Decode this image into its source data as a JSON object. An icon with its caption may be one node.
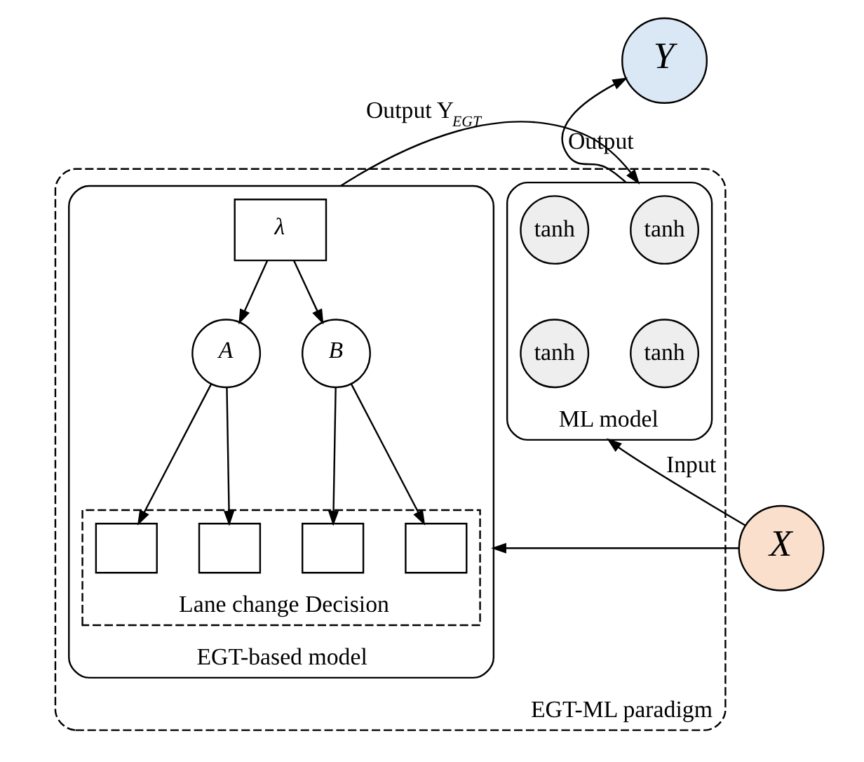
{
  "diagram": {
    "nodes": [
      {
        "text": [
          "EGT-ML paradigm"
        ]
      },
      {
        "text": [
          "Y"
        ]
      },
      {
        "text": [
          "ML model"
        ],
        "in": 0
      },
      {
        "text": [
          "tanh"
        ],
        "in": 2
      },
      {
        "text": [
          "tanh"
        ],
        "in": 2
      },
      {
        "text": [
          "tanh"
        ],
        "in": 2
      },
      {
        "text": [
          "tanh"
        ],
        "in": 2
      },
      {
        "text": [
          "EGT-based model"
        ],
        "in": 0
      },
      {
        "text": [
          "λ"
        ],
        "in": 7
      },
      {
        "text": [
          "A"
        ],
        "in": 7
      },
      {
        "text": [
          "B"
        ],
        "in": 7
      },
      {
        "text": [
          "Lane change Decision"
        ],
        "in": 7
      },
      {
        "text": [],
        "shape": "box",
        "in": 11
      },
      {
        "text": [],
        "shape": "box",
        "in": 11
      },
      {
        "text": [],
        "shape": "box",
        "in": 11
      },
      {
        "text": [],
        "shape": "box",
        "in": 11
      },
      {
        "text": [
          "X"
        ]
      }
    ],
    "edges": [
      {
        "from": 2,
        "to": 1,
        "arrow": "to",
        "label": "Output"
      },
      {
        "from": 7,
        "to": 2,
        "arrow": "to",
        "label": "Output Y$_{EGT}$"
      },
      {
        "from": 8,
        "to": 9,
        "arrow": "to"
      },
      {
        "from": 8,
        "to": 10,
        "arrow": "to"
      },
      {
        "from": 9,
        "to": 12,
        "arrow": "to"
      },
      {
        "from": 9,
        "to": 13,
        "arrow": "to"
      },
      {
        "from": 10,
        "to": 14,
        "arrow": "to"
      },
      {
        "from": 10,
        "to": 15,
        "arrow": "to"
      },
      {
        "from": 16,
        "to": 2,
        "arrow": "to",
        "label": "Input"
      },
      {
        "from": 16,
        "to": 7,
        "arrow": "to"
      }
    ]
  }
}
